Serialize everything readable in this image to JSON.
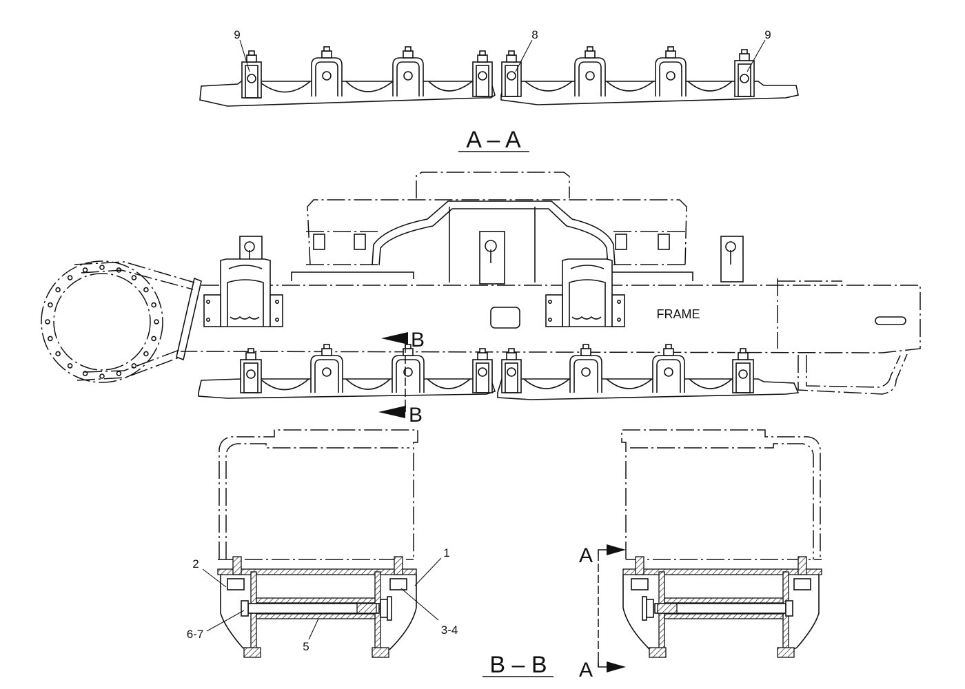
{
  "section_titles": {
    "aa": "A – A",
    "bb": "B – B"
  },
  "frame_label": "FRAME",
  "section_arrows": {
    "b_upper": "B",
    "b_lower": "B",
    "a_upper": "A",
    "a_lower": "A"
  },
  "callouts": {
    "c1": "1",
    "c2": "2",
    "c34": "3-4",
    "c5": "5",
    "c67": "6-7",
    "c8": "8",
    "c9_left": "9",
    "c9_right": "9"
  }
}
